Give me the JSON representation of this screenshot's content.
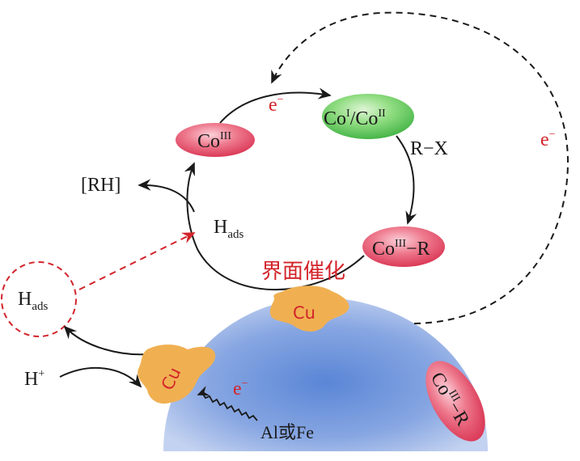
{
  "colors": {
    "sphere_center": "#5a86d6",
    "sphere_edge": "#c3d2f0",
    "cu_blob": "#f0b052",
    "co_red": "#e24b66",
    "co_green": "#5ac85a",
    "accent_red": "#d3242b",
    "arrow": "#1a1a1a"
  },
  "labels": {
    "co_iii": {
      "base": "Co",
      "sup": "III"
    },
    "co_i_ii": {
      "b1": "Co",
      "s1": "I",
      "slash": "/",
      "b2": "Co",
      "s2": "II"
    },
    "co_iii_r": {
      "base": "Co",
      "sup": "III",
      "tail": "−R"
    },
    "co_iii_r_particle": {
      "base": "Co",
      "sup": "III",
      "tail": "−R"
    },
    "rx": "R−X",
    "rh": "[RH]",
    "h_ads_inner": {
      "base": "H",
      "sub": "ads"
    },
    "h_ads_outer": {
      "base": "H",
      "sub": "ads"
    },
    "h_plus": {
      "base": "H",
      "sup": "+"
    },
    "e_top": {
      "base": "e",
      "sup": "−"
    },
    "e_right": {
      "base": "e",
      "sup": "−"
    },
    "e_bottom": {
      "base": "e",
      "sup": "−"
    },
    "interface": "界面催化",
    "cu_top": "Cu",
    "cu_left": "Cu",
    "metal": "Al或Fe"
  }
}
